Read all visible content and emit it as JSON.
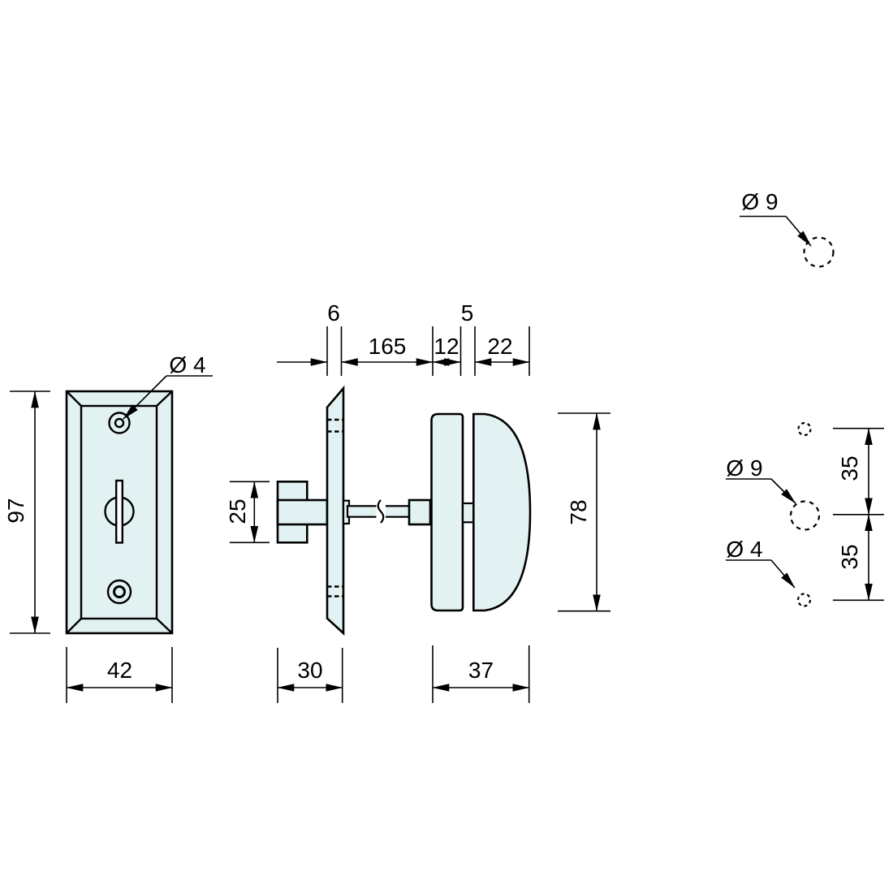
{
  "drawing_type": "technical dimension drawing - thumbturn window handle",
  "colors": {
    "part_fill": "#e2f1f1",
    "line": "#000000",
    "background": "#ffffff"
  },
  "front_view": {
    "plate_height": "97",
    "plate_width": "42",
    "screw_hole_dia": "Ø 4"
  },
  "side_view": {
    "plate_thickness": "6",
    "spindle_length": "165",
    "pad_thickness": "12",
    "glass_gap": "5",
    "knob_depth": "22",
    "thumbturn_height": "25",
    "thumbturn_depth": "30",
    "knob_width": "37",
    "knob_height": "78"
  },
  "drill_template": {
    "top_hole_dia": "Ø 9",
    "large_hole_dia": "Ø 9",
    "small_hole_dia": "Ø 4",
    "hole_spacing_upper": "35",
    "hole_spacing_lower": "35"
  }
}
